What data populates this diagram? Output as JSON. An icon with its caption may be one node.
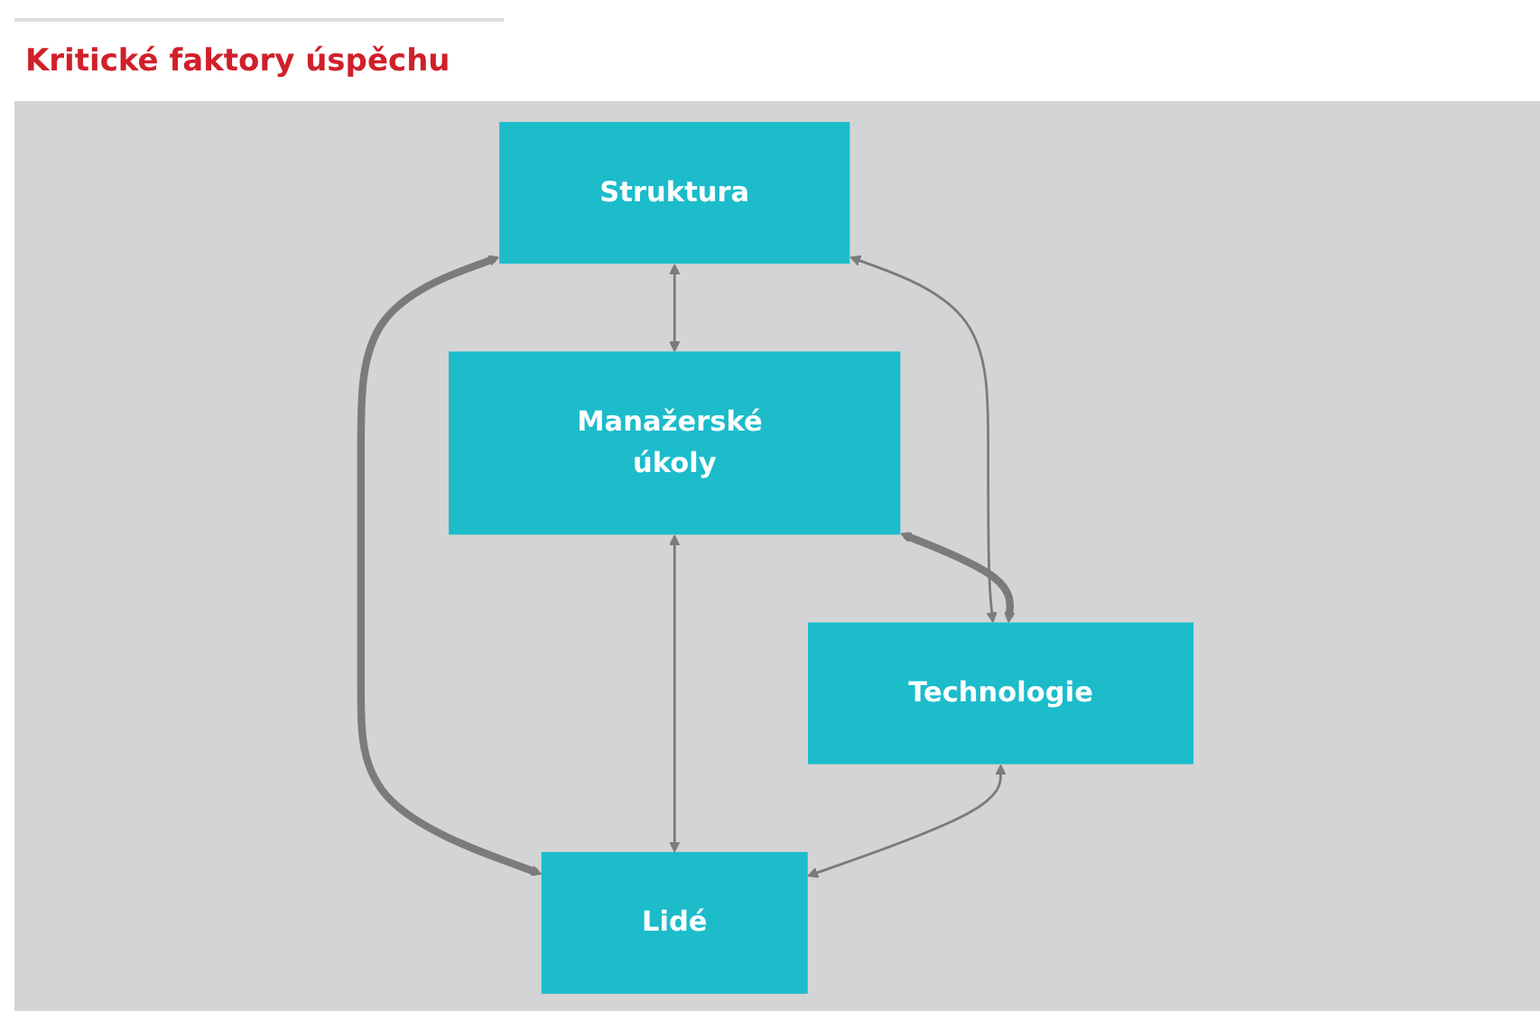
{
  "diagram": {
    "title": "Kritické faktory úspěchu",
    "nodes": [
      {
        "text": [
          "Struktura"
        ]
      },
      {
        "text": [
          "Manažerské úkoly"
        ]
      },
      {
        "text": [
          "Technologie"
        ]
      },
      {
        "text": [
          "Lidé"
        ]
      }
    ],
    "edges": [
      {
        "from": 0,
        "to": 1,
        "arrow": "both"
      },
      {
        "from": 0,
        "to": 2,
        "arrow": "both"
      },
      {
        "from": 1,
        "to": 2,
        "arrow": "both",
        "style": "thick"
      },
      {
        "from": 0,
        "to": 3,
        "arrow": "both",
        "style": "thick"
      },
      {
        "from": 1,
        "to": 3,
        "arrow": "both"
      },
      {
        "from": 2,
        "to": 3,
        "arrow": "both"
      }
    ]
  }
}
